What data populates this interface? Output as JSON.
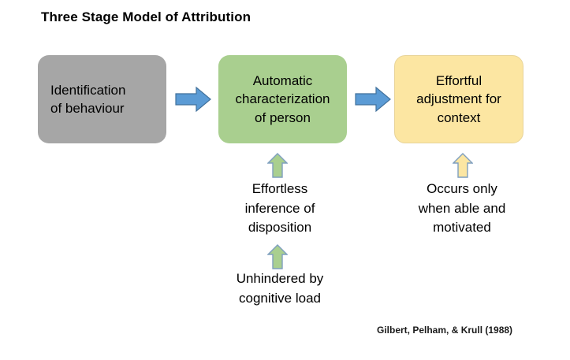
{
  "diagram": {
    "title": "Three Stage Model of Attribution",
    "citation": "Gilbert, Pelham, & Krull (1988)",
    "colors": {
      "stage1_fill": "#a6a6a6",
      "stage2_fill": "#a9cf8f",
      "stage3_fill": "#fce6a2",
      "stage3_border": "#e8d49a",
      "flow_arrow": "#5b9bd5",
      "flow_arrow_border": "#41719c",
      "green_arrow_fill": "#a9cf8f",
      "green_arrow_border": "#7f9fbf",
      "yellow_arrow_fill": "#fce6a2",
      "yellow_arrow_border": "#7f9fbf",
      "background": "#ffffff",
      "text": "#000000"
    },
    "stages": [
      {
        "id": "identification",
        "label": "Identification\nof behaviour",
        "lines": [
          "Identification",
          "of behaviour"
        ],
        "fill": "#a6a6a6",
        "align": "left"
      },
      {
        "id": "automatic",
        "label": "Automatic\ncharacterization\nof person",
        "lines": [
          "Automatic",
          "characterization",
          "of person"
        ],
        "fill": "#a9cf8f",
        "align": "center"
      },
      {
        "id": "effortful",
        "label": "Effortful\nadjustment for\ncontext",
        "lines": [
          "Effortful",
          "adjustment for",
          "context"
        ],
        "fill": "#fce6a2",
        "align": "center"
      }
    ],
    "flow_arrows": [
      {
        "id": "arrow-stage1-to-stage2",
        "direction": "right",
        "color": "#5b9bd5"
      },
      {
        "id": "arrow-stage2-to-stage3",
        "direction": "right",
        "color": "#5b9bd5"
      }
    ],
    "conditions": [
      {
        "id": "effortless-inference",
        "arrow_icon": "arrow-up-green-icon",
        "arrow_color": "#a9cf8f",
        "caption": "Effortless\ninference of\ndisposition",
        "lines": [
          "Effortless",
          "inference of",
          "disposition"
        ],
        "attached_to": "automatic"
      },
      {
        "id": "unhindered-cognitive-load",
        "arrow_icon": "arrow-up-green-icon",
        "arrow_color": "#a9cf8f",
        "caption": "Unhindered by\ncognitive load",
        "lines": [
          "Unhindered by",
          "cognitive load"
        ],
        "attached_to": "effortless-inference"
      },
      {
        "id": "occurs-when-able",
        "arrow_icon": "arrow-up-yellow-icon",
        "arrow_color": "#fce6a2",
        "caption": "Occurs only\nwhen able and\nmotivated",
        "lines": [
          "Occurs only",
          "when able and",
          "motivated"
        ],
        "attached_to": "effortful"
      }
    ]
  }
}
